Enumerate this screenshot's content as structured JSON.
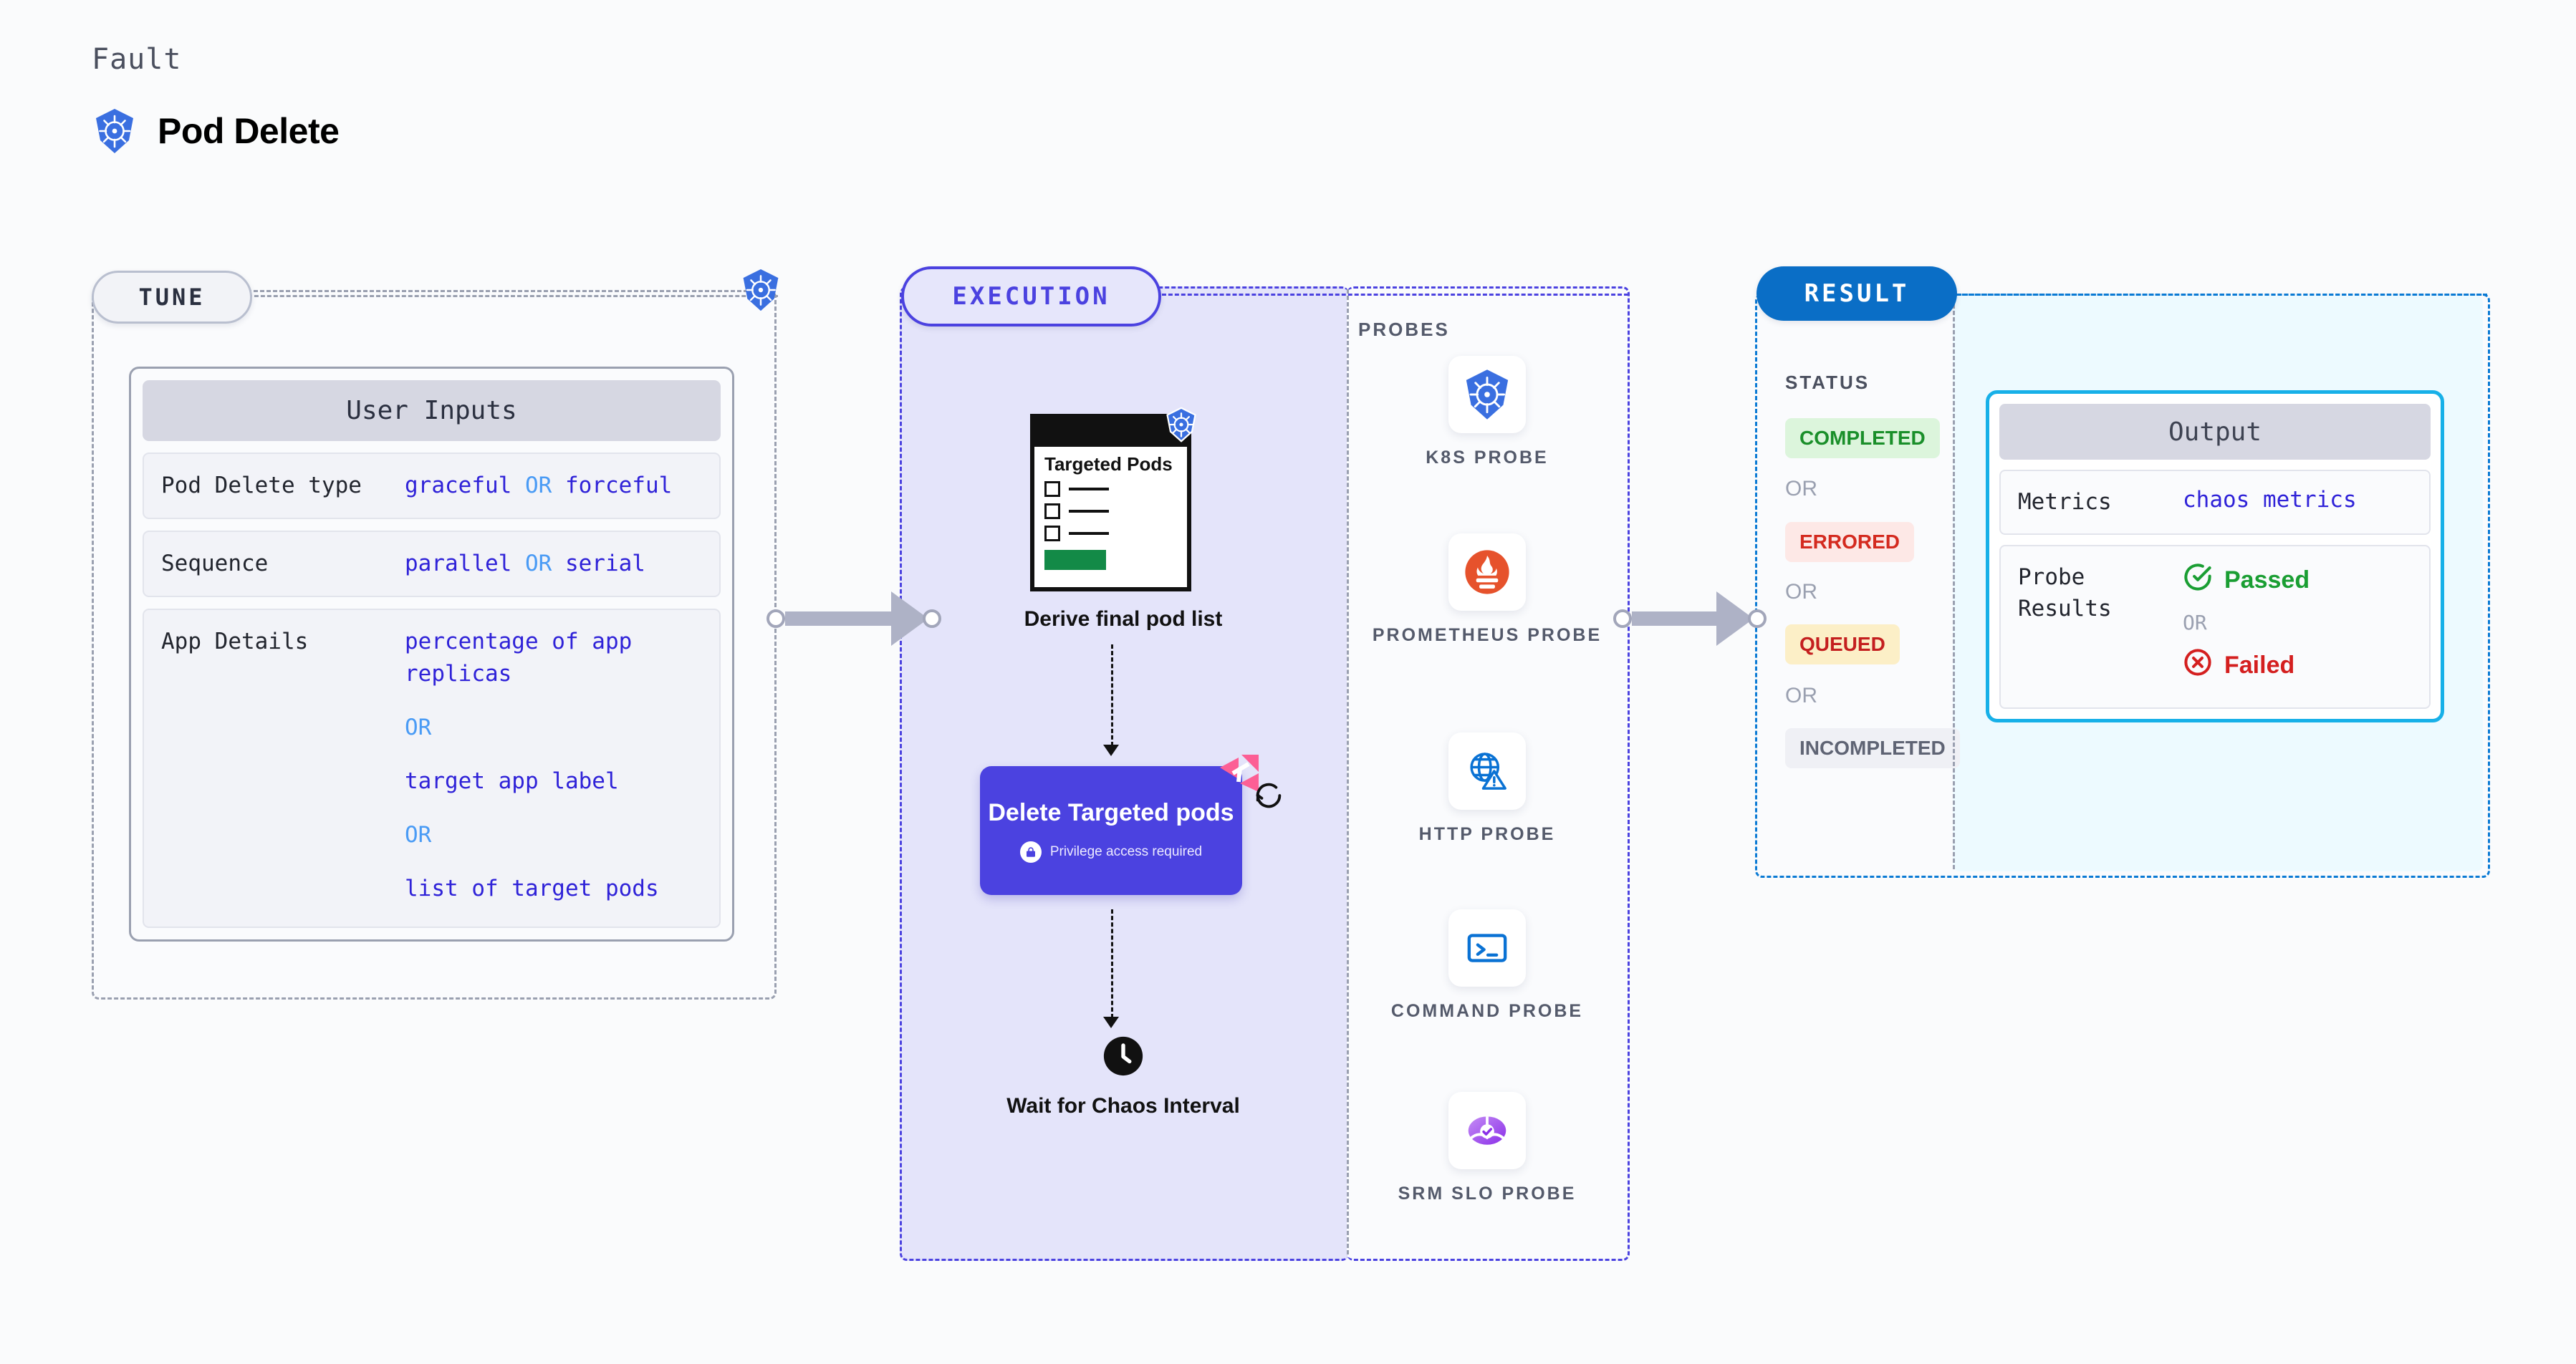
{
  "header": {
    "eyebrow": "Fault",
    "title": "Pod Delete",
    "icon": "kubernetes-icon"
  },
  "tune": {
    "pill_label": "TUNE",
    "badge_icon": "kubernetes-icon",
    "card": {
      "title": "User Inputs",
      "rows": [
        {
          "key": "Pod Delete type",
          "values": [
            "graceful",
            "forceful"
          ],
          "separator": "OR"
        },
        {
          "key": "Sequence",
          "values": [
            "parallel",
            "serial"
          ],
          "separator": "OR"
        },
        {
          "key": "App Details",
          "values": [
            "percentage of app replicas",
            "target app label",
            "list of target pods"
          ],
          "separator": "OR"
        }
      ]
    }
  },
  "execution": {
    "pill_label": "EXECUTION",
    "step1": {
      "doc_title": "Targeted Pods",
      "badge_icon": "kubernetes-icon",
      "label": "Derive final pod list"
    },
    "step2": {
      "title": "Delete Targeted pods",
      "privilege_note": "Privilege access required",
      "lock_icon": "lock-icon",
      "brand_icon": "harness-chaos-icon",
      "retry_icon": "refresh-loop-icon"
    },
    "step3": {
      "icon": "clock-icon",
      "label": "Wait for Chaos Interval"
    }
  },
  "probes": {
    "title": "PROBES",
    "items": [
      {
        "label": "K8S PROBE",
        "icon": "kubernetes-icon"
      },
      {
        "label": "PROMETHEUS PROBE",
        "icon": "prometheus-icon"
      },
      {
        "label": "HTTP PROBE",
        "icon": "globe-warning-icon"
      },
      {
        "label": "COMMAND PROBE",
        "icon": "terminal-icon"
      },
      {
        "label": "SRM SLO PROBE",
        "icon": "srm-slo-icon"
      }
    ]
  },
  "result": {
    "pill_label": "RESULT",
    "status_title": "STATUS",
    "or_label": "OR",
    "statuses": [
      {
        "label": "COMPLETED",
        "bg": "#dcf5dc",
        "fg": "#1a8f2a"
      },
      {
        "label": "ERRORED",
        "bg": "#fde8e6",
        "fg": "#d42a1f"
      },
      {
        "label": "QUEUED",
        "bg": "#fcefc7",
        "fg": "#c41f1f"
      },
      {
        "label": "INCOMPLETED",
        "bg": "#eff0f5",
        "fg": "#5f6474"
      }
    ],
    "output": {
      "title": "Output",
      "metrics_key": "Metrics",
      "metrics_value": "chaos metrics",
      "probe_results_key": "Probe Results",
      "or_label": "OR",
      "passed_label": "Passed",
      "failed_label": "Failed",
      "passed_icon": "check-circle-icon",
      "failed_icon": "x-circle-icon"
    }
  },
  "colors": {
    "accent_purple": "#4b42e0",
    "accent_blue": "#0a6ec6",
    "accent_cyan": "#17b0e8",
    "value_text": "#2f22d8",
    "or_text": "#4a9bf5",
    "pink": "#fc5f95"
  }
}
